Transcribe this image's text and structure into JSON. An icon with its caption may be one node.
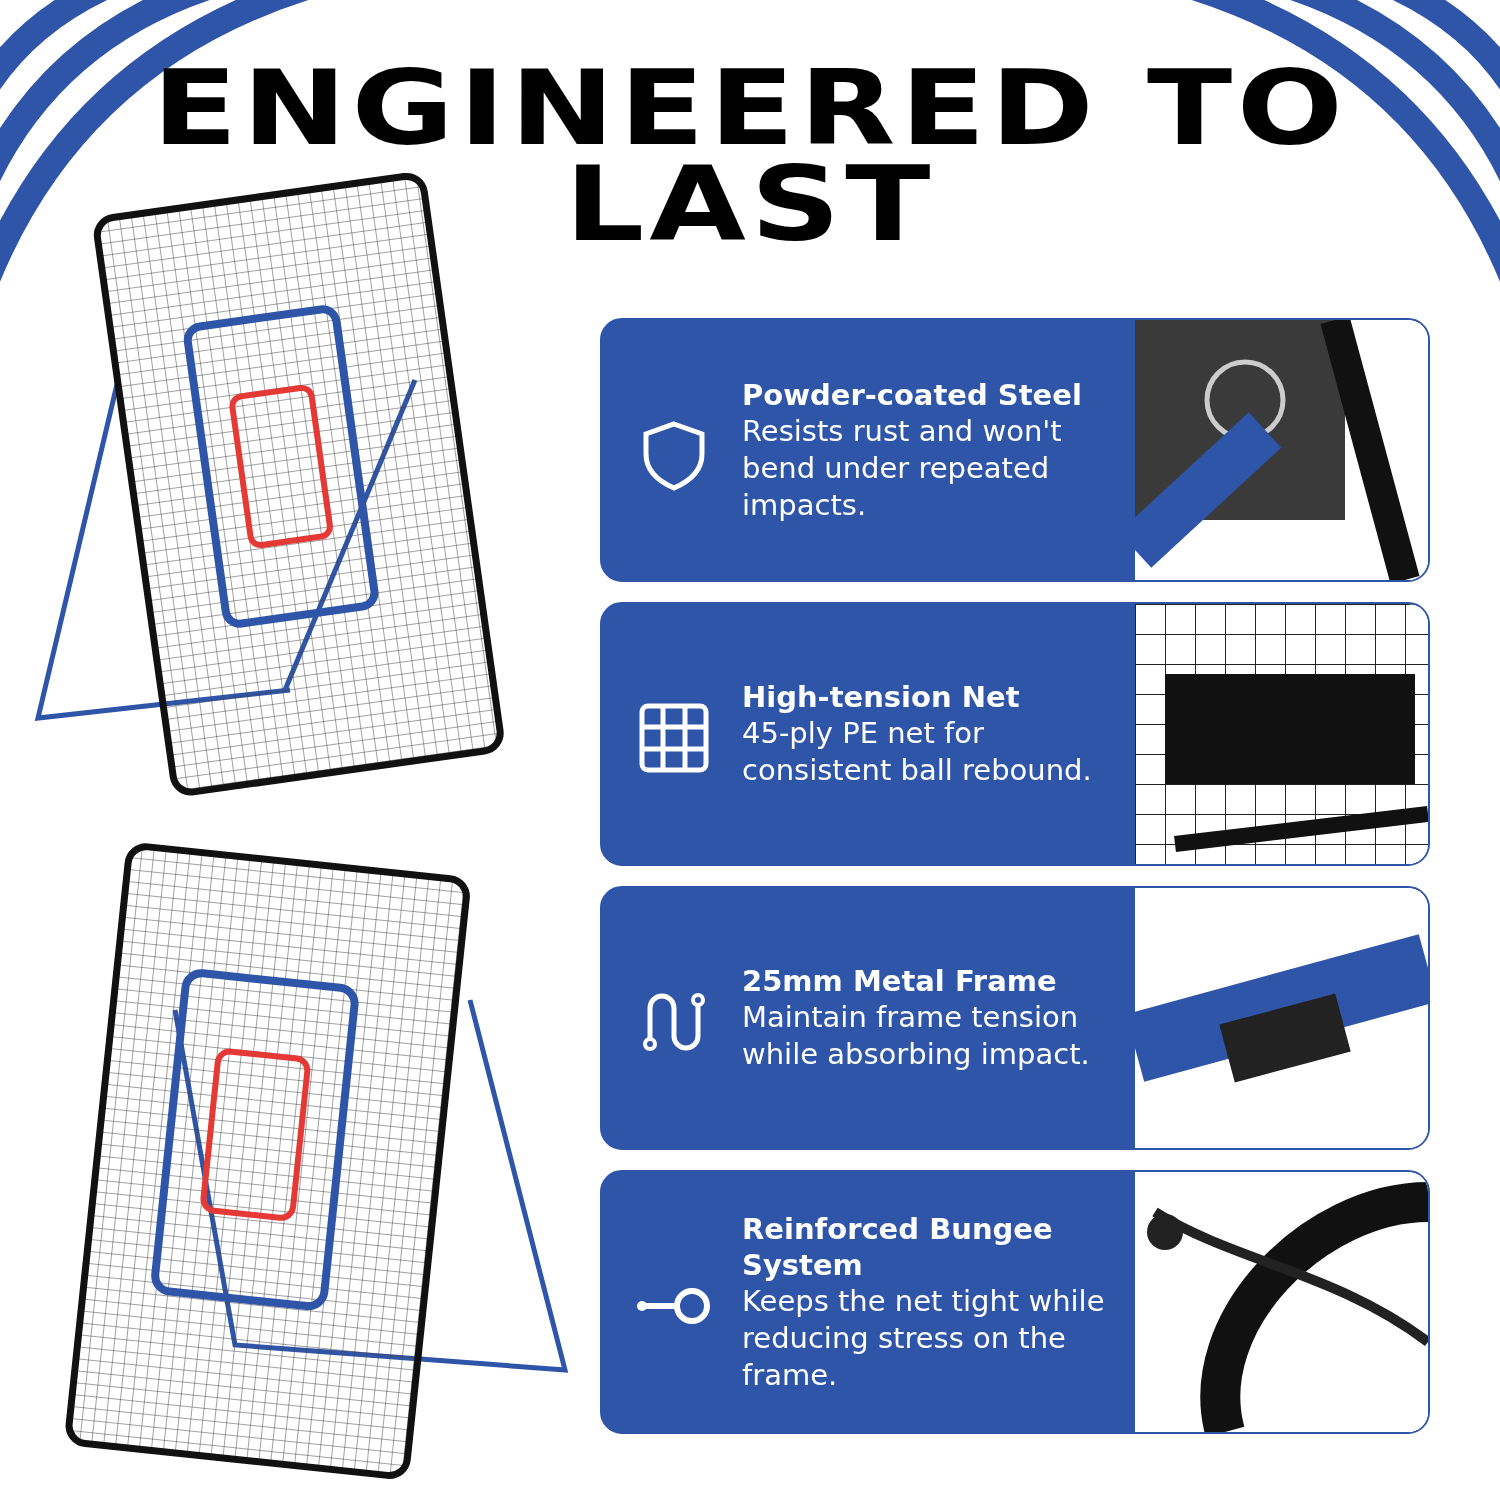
{
  "diagram": {
    "title": "ENGINEERED TO LAST",
    "nodes": [
      {
        "text": [
          "Powder-coated Steel",
          "Resists rust and won't bend under repeated impacts."
        ]
      },
      {
        "text": [
          "High-tension Net",
          "45-ply PE net for consistent ball rebound."
        ]
      },
      {
        "text": [
          "25mm Metal Frame",
          "Maintain frame tension while absorbing impact."
        ]
      },
      {
        "text": [
          "Reinforced Bungee System",
          "Keeps the net tight while reducing stress on the frame."
        ]
      }
    ],
    "edges": []
  }
}
